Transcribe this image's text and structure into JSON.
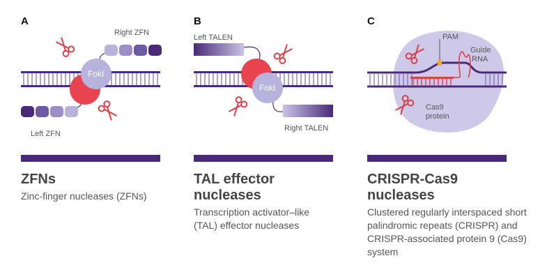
{
  "panels": [
    {
      "letter": "A",
      "title_line1": "ZFNs",
      "title_line2": "",
      "description": "Zinc-finger nucleases (ZFNs)",
      "labels": {
        "nuclease": "FokI",
        "right": "Right ZFN",
        "left": "Left ZFN"
      }
    },
    {
      "letter": "B",
      "title_line1": "TAL effector",
      "title_line2": "nucleases",
      "description": "Transcription activator–like (TAL) effector nucleases",
      "labels": {
        "nuclease": "FokI",
        "left": "Left TALEN",
        "right": "Right TALEN"
      }
    },
    {
      "letter": "C",
      "title_line1": "CRISPR-Cas9",
      "title_line2": "nucleases",
      "description": "Clustered regularly interspaced short palindromic repeats (CRISPR) and CRISPR-associated protein 9 (Cas9) system",
      "labels": {
        "pam": "PAM",
        "guide_line1": "Guide",
        "guide_line2": "RNA",
        "cas9_line1": "Cas9",
        "cas9_line2": "protein"
      }
    }
  ],
  "colors": {
    "dark_purple": "#4a2a78",
    "lavender": "#b7b3dc",
    "red": "#e8434f",
    "scissors": "#d9404a",
    "pam": "#f2a93b"
  }
}
